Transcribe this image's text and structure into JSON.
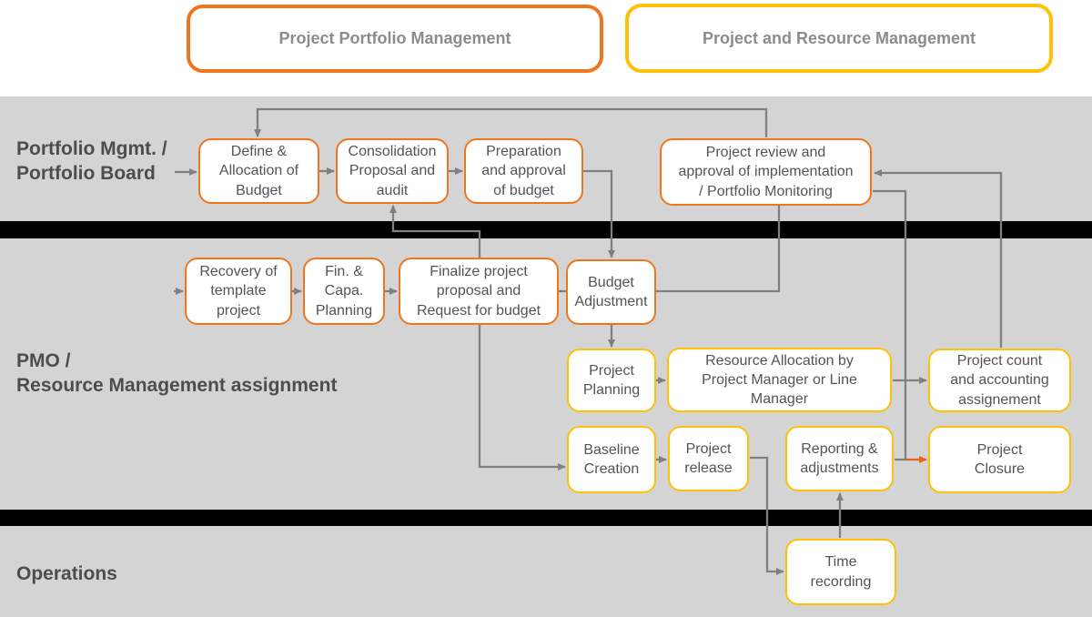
{
  "headers": {
    "ppm": {
      "label": "Project Portfolio Management"
    },
    "prm": {
      "label": "Project and Resource Management"
    }
  },
  "lanes": {
    "portfolio": {
      "label": "Portfolio Mgmt. /\nPortfolio Board"
    },
    "pmo": {
      "label": "PMO /\nResource Management assignment"
    },
    "operations": {
      "label": "Operations"
    }
  },
  "nodes": {
    "define_budget": "Define &\nAllocation of\nBudget",
    "consolidation": "Consolidation\nProposal and\naudit",
    "preparation": "Preparation\nand approval\nof budget",
    "project_review": "Project review and\napproval of implementation\n/ Portfolio Monitoring",
    "recovery": "Recovery of\ntemplate\nproject",
    "fin_capa": "Fin. &\nCapa.\nPlanning",
    "finalize": "Finalize project\nproposal and\nRequest for budget",
    "budget_adjustment": "Budget\nAdjustment",
    "project_planning": "Project\nPlanning",
    "resource_allocation": "Resource Allocation by\nProject Manager or Line\nManager",
    "project_count": "Project count\nand accounting\nassignement",
    "baseline": "Baseline\nCreation",
    "project_release": "Project\nrelease",
    "reporting": "Reporting &\nadjustments",
    "project_closure": "Project\nClosure",
    "time_recording": "Time\nrecording"
  },
  "colors": {
    "orange_border": "#f0761e",
    "yellow_border": "#ffc008",
    "connector_gray": "#808080",
    "highlight_arrow_orange": "#e8641a",
    "lane_background": "#d4d4d4",
    "separator_black": "#000000",
    "node_text": "#545454",
    "header_text": "#8c8c8c",
    "lane_label_text": "#4d4d4d"
  }
}
